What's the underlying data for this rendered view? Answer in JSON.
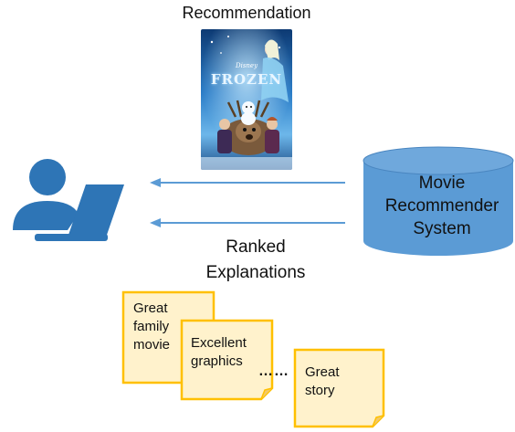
{
  "recommendation_label": "Recommendation",
  "poster": {
    "studio": "Disney",
    "title": "FROZEN"
  },
  "system": {
    "line1": "Movie",
    "line2": "Recommender",
    "line3": "System"
  },
  "explanations_label": {
    "line1": "Ranked",
    "line2": "Explanations"
  },
  "notes": [
    {
      "line1": "Great",
      "line2": "family",
      "line3": "movie"
    },
    {
      "line1": "Excellent",
      "line2": "graphics"
    },
    {
      "line1": "Great",
      "line2": "story"
    }
  ],
  "ellipsis": "……",
  "colors": {
    "user_icon": "#2e75b6",
    "arrow": "#5b9bd5",
    "cylinder": "#5b9bd5",
    "cylinder_top": "#6fa8dc",
    "note_fill": "#fff2cc",
    "note_border": "#ffc000"
  },
  "icons": [
    "user-at-laptop-icon",
    "database-cylinder-icon"
  ]
}
